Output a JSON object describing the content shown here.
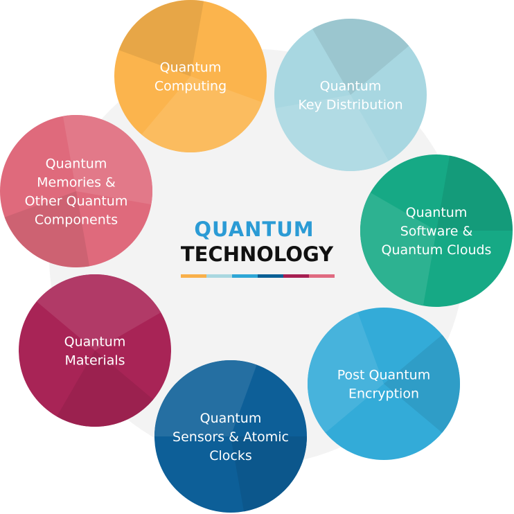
{
  "center": {
    "title_line1": "QUANTUM",
    "title_line2": "TECHNOLOGY",
    "title_color1": "#2b9bd5",
    "title_color2": "#111111",
    "bar_colors": [
      "#f9b04a",
      "#a9d7e0",
      "#2ea6d6",
      "#0a5f95",
      "#a61f52",
      "#e06a80"
    ]
  },
  "background": {
    "ring_color": "#f3f3f3"
  },
  "nodes": [
    {
      "id": "computing",
      "lines": [
        "Quantum",
        "Computing"
      ],
      "color": "#fbb44d"
    },
    {
      "id": "key-distribution",
      "lines": [
        "Quantum",
        "Key Distribution"
      ],
      "color": "#a8d7e1"
    },
    {
      "id": "software-clouds",
      "lines": [
        "Quantum",
        "Software &",
        "Quantum Clouds"
      ],
      "color": "#16a985"
    },
    {
      "id": "post-quantum-encryption",
      "lines": [
        "Post Quantum",
        "Encryption"
      ],
      "color": "#33abd8"
    },
    {
      "id": "sensors-clocks",
      "lines": [
        "Quantum",
        "Sensors & Atomic",
        "Clocks"
      ],
      "color": "#0d5f98"
    },
    {
      "id": "materials",
      "lines": [
        "Quantum",
        "Materials"
      ],
      "color": "#a82456"
    },
    {
      "id": "memories-components",
      "lines": [
        "Quantum",
        "Memories &",
        "Other Quantum",
        "Components"
      ],
      "color": "#df6a7c"
    }
  ]
}
